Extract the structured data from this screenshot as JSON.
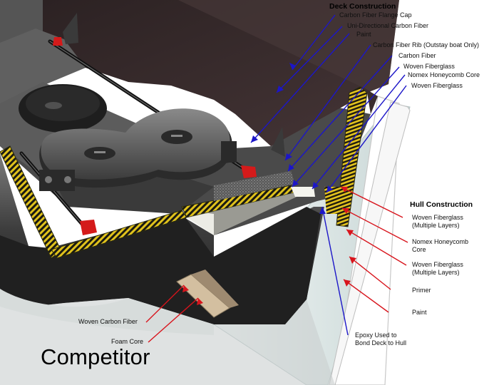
{
  "title": "Competitor",
  "deck": {
    "heading": "Deck Construction",
    "labels": [
      "Carbon Fiber Flange Cap",
      "Uni-Directional Carbon Fiber",
      "Paint",
      "Carbon Fiber Rib (Outstay boat Only)",
      "Carbon Fiber",
      "Woven Fiberglass",
      "Nomex Honeycomb Core",
      "Woven Fiberglass"
    ]
  },
  "hull": {
    "heading": "Hull Construction",
    "labels": [
      "Woven Fiberglass\n(Multiple Layers)",
      "Nomex Honeycomb\nCore",
      "Woven Fiberglass\n(Multiple Layers)",
      "Primer",
      "Paint"
    ]
  },
  "epoxy": "Epoxy Used to\nBond Deck to Hull",
  "left": {
    "labels": [
      "Woven Carbon Fiber",
      "Foam Core"
    ]
  },
  "colors": {
    "deck_arrow": "#1c16c8",
    "hull_arrow": "#d8141c",
    "honeycomb": "#e2c21a",
    "deck_surface": "#3a2d2e"
  }
}
